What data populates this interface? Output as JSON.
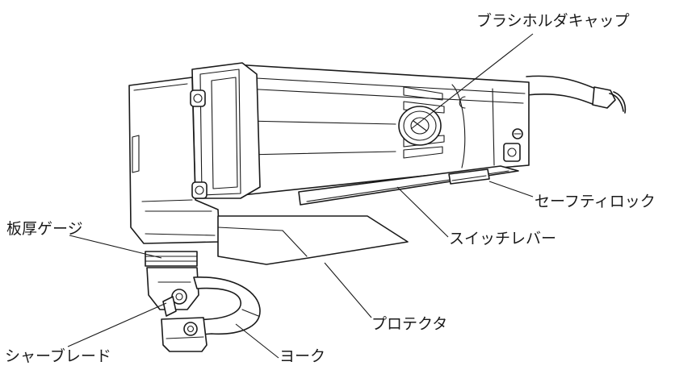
{
  "labels": {
    "brush_holder_cap": "ブラシホルダキャップ",
    "safety_lock": "セーフティロック",
    "switch_lever": "スイッチレバー",
    "thickness_gauge": "板厚ゲージ",
    "protector": "プロテクタ",
    "shear_blade": "シャーブレード",
    "yoke": "ヨーク"
  }
}
